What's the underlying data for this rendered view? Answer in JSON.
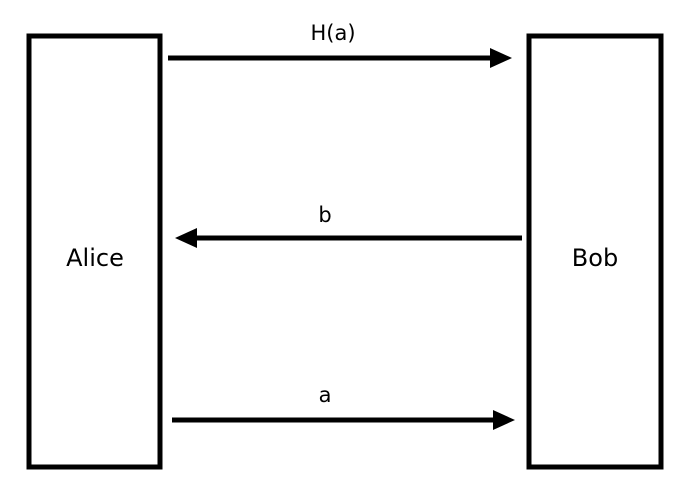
{
  "diagram": {
    "type": "sequence-diagram",
    "background_color": "#ffffff",
    "stroke_color": "#000000",
    "actors": [
      {
        "id": "alice",
        "label": "Alice",
        "side": "left"
      },
      {
        "id": "bob",
        "label": "Bob",
        "side": "right"
      }
    ],
    "messages": [
      {
        "index": 1,
        "label": "H(a)",
        "from": "Alice",
        "to": "Bob",
        "direction": "right"
      },
      {
        "index": 2,
        "label": "b",
        "from": "Bob",
        "to": "Alice",
        "direction": "left"
      },
      {
        "index": 3,
        "label": "a",
        "from": "Alice",
        "to": "Bob",
        "direction": "right"
      }
    ]
  }
}
